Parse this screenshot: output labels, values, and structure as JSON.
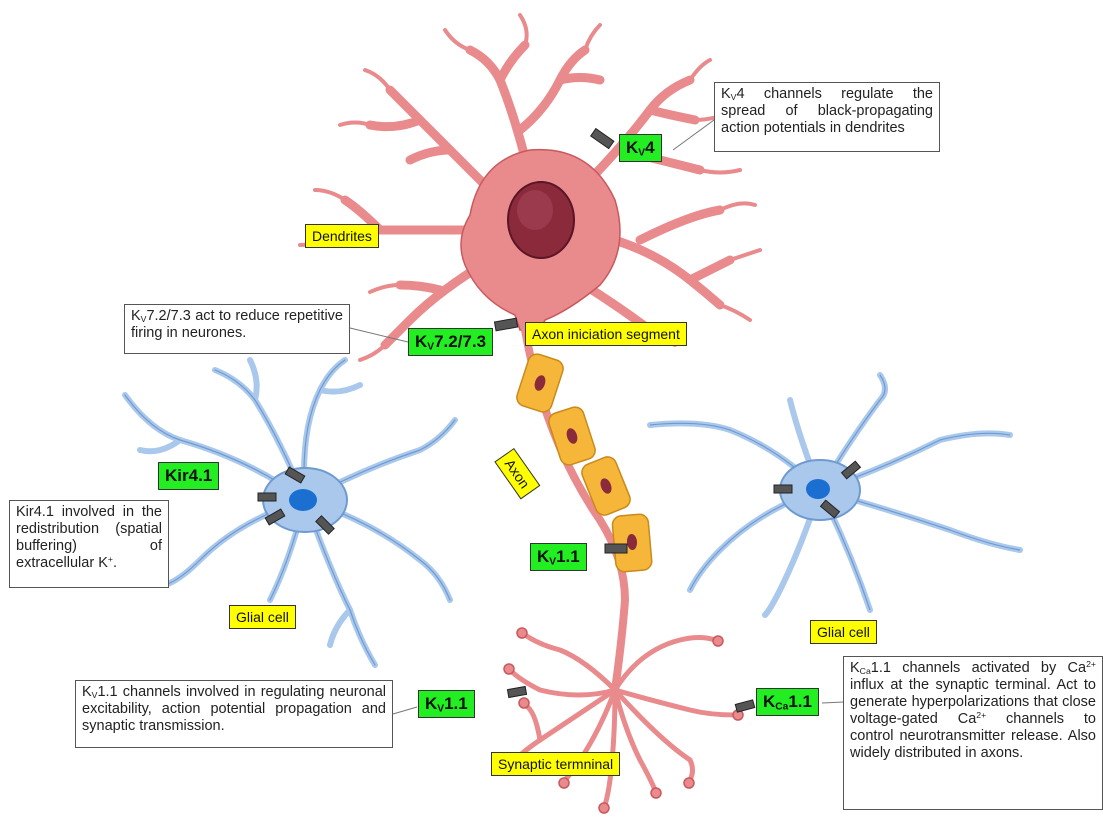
{
  "labels": {
    "dendrites": "Dendrites",
    "axon_initiation": "Axon iniciation segment",
    "axon": "Axon",
    "glial_left": "Glial cell",
    "glial_right": "Glial cell",
    "synaptic": "Synaptic termninal"
  },
  "channels": {
    "kv4": {
      "base": "K",
      "sub": "V",
      "rest": "4"
    },
    "kv72": {
      "base": "K",
      "sub": "V",
      "rest": "7.2/7.3"
    },
    "kir41": {
      "base": "Kir4.1",
      "sub": "",
      "rest": ""
    },
    "kv11_axon": {
      "base": "K",
      "sub": "V",
      "rest": "1.1"
    },
    "kv11_term": {
      "base": "K",
      "sub": "V",
      "rest": "1.1"
    },
    "kca11": {
      "base": "K",
      "sub": "Ca",
      "rest": "1.1"
    }
  },
  "descriptions": {
    "kv4": {
      "k": "K",
      "sub": "V",
      "text": "4 channels regulate the spread of black-propagating action potentials in dendrites"
    },
    "kv72": {
      "k": "K",
      "sub": "V",
      "text": "7.2/7.3 act to reduce repetitive firing in neurones."
    },
    "kir41": {
      "text": "Kir4.1 involved in the redistribution (spatial buffering) of extracellular K",
      "sup": "+",
      "tail": "."
    },
    "kv11": {
      "k": "K",
      "sub": "V",
      "text": "1.1 channels involved in regulating neuronal excitability, action potential propagation and synaptic transmission."
    },
    "kca11": {
      "k": "K",
      "sub": "Ca",
      "t1": "1.1 channels activated by Ca",
      "sup1": "2+",
      "t2": " influx at the synaptic terminal. Act to generate hyperpolarizations that close voltage-gated Ca",
      "sup2": "2+",
      "t3": " channels to control neurotransmitter release. Also widely distributed in axons."
    }
  },
  "colors": {
    "neuron_fill": "#e98a8c",
    "neuron_stroke": "#c9595d",
    "nucleus": "#8a2a3a",
    "glia_fill": "#a9c8ec",
    "glia_stroke": "#6f9ad0",
    "glia_nucleus": "#1a6fd0",
    "myelin": "#f5b63a",
    "channel_label": "#22ee22",
    "region_label": "#ffff00"
  }
}
